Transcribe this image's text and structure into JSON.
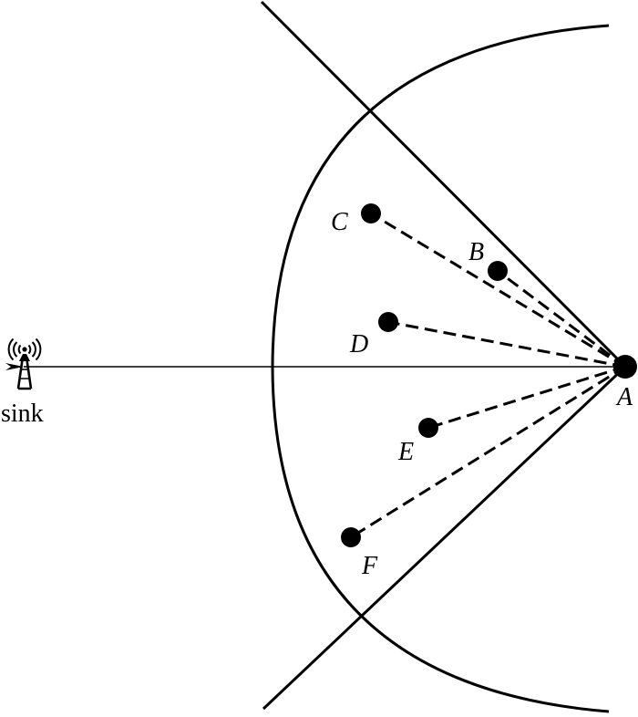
{
  "diagram": {
    "sink": {
      "label": "sink"
    },
    "source": {
      "label": "A"
    },
    "neighbors": [
      {
        "label": "B"
      },
      {
        "label": "C"
      },
      {
        "label": "D"
      },
      {
        "label": "E"
      },
      {
        "label": "F"
      }
    ]
  }
}
